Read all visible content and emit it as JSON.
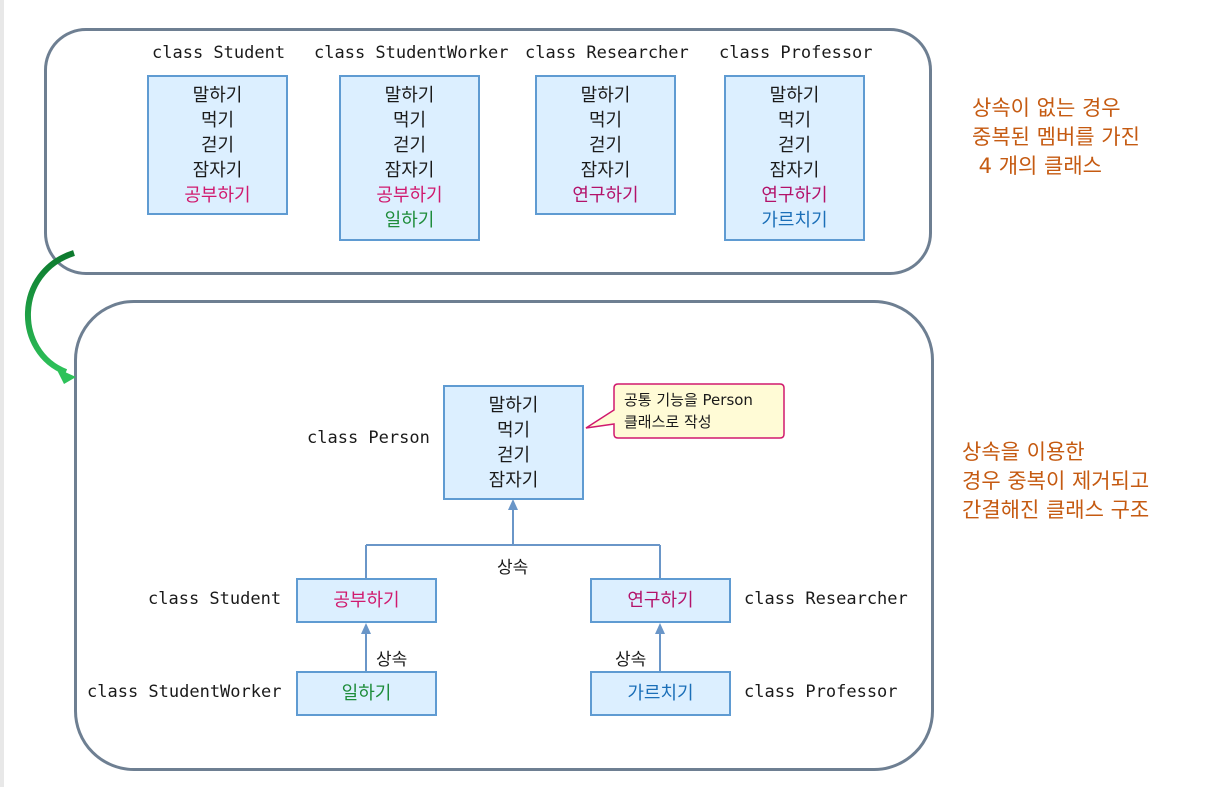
{
  "top": {
    "classes": [
      {
        "name": "class Student",
        "methods": [
          "말하기",
          "먹기",
          "걷기",
          "잠자기",
          "공부하기"
        ]
      },
      {
        "name": "class StudentWorker",
        "methods": [
          "말하기",
          "먹기",
          "걷기",
          "잠자기",
          "공부하기",
          "일하기"
        ]
      },
      {
        "name": "class Researcher",
        "methods": [
          "말하기",
          "먹기",
          "걷기",
          "잠자기",
          "연구하기"
        ]
      },
      {
        "name": "class Professor",
        "methods": [
          "말하기",
          "먹기",
          "걷기",
          "잠자기",
          "연구하기",
          "가르치기"
        ]
      }
    ],
    "note": [
      "상속이 없는 경우",
      "중복된 멤버를 가진",
      " 4 개의 클래스"
    ]
  },
  "bottom": {
    "person": {
      "name": "class Person",
      "methods": [
        "말하기",
        "먹기",
        "걷기",
        "잠자기"
      ]
    },
    "callout": [
      "공통 기능을 Person",
      "클래스로 작성"
    ],
    "student": {
      "name": "class Student",
      "method": "공부하기"
    },
    "researcher": {
      "name": "class Researcher",
      "method": "연구하기"
    },
    "student_worker": {
      "name": "class StudentWorker",
      "method": "일하기"
    },
    "professor": {
      "name": "class Professor",
      "method": "가르치기"
    },
    "inherit_label": "상속",
    "note": [
      "상속을 이용한",
      "경우 중복이 제거되고",
      "간결해진 클래스 구조"
    ]
  },
  "colors": {
    "box_fill": "#dcefff",
    "box_border": "#5f9bd2",
    "panel_border": "#6e7f92",
    "note": "#c55a11",
    "arrow": "#1e9e3c",
    "connector": "#6a96c8",
    "callout_fill": "#fffbd6",
    "callout_border": "#d0196e"
  }
}
